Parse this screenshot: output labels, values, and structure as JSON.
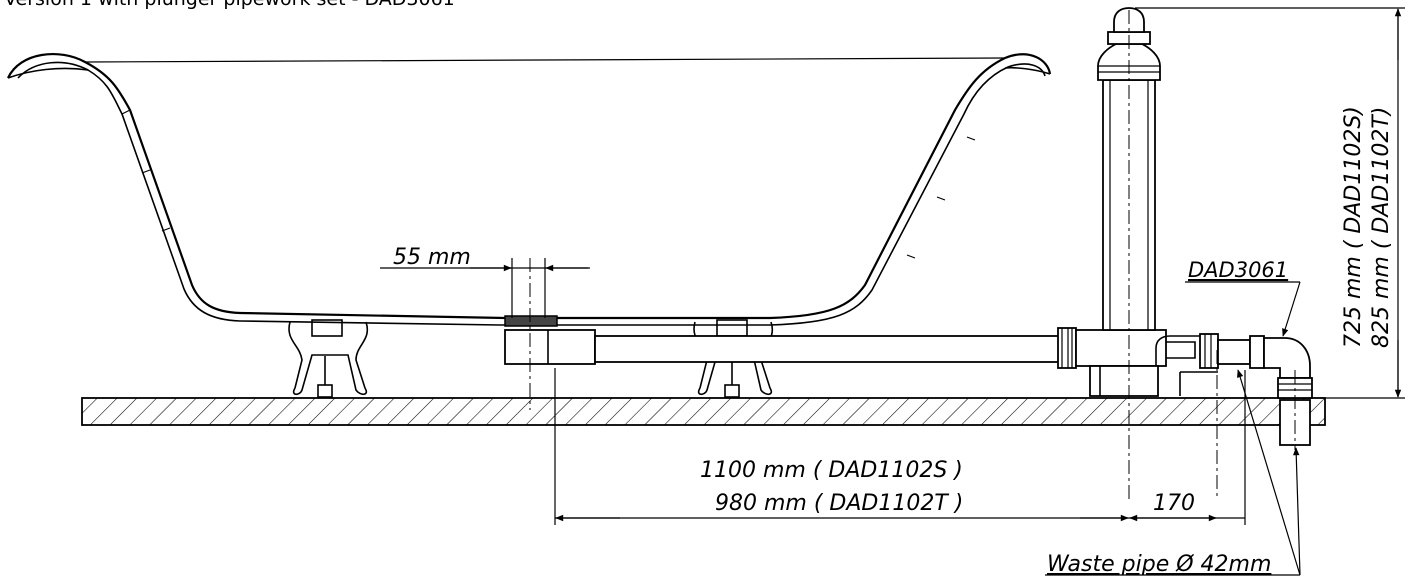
{
  "caption": "Version 1 with plunger pipework set - DAD3061",
  "labels": {
    "drain_width": "55 mm",
    "pipework_code": "DAD3061",
    "length_s": "1100 mm ( DAD1102S )",
    "length_t": "980 mm ( DAD1102T )",
    "offset": "170",
    "waste_pipe": "Waste pipe Ø 42mm",
    "height_s": "725 mm ( DAD1102S)",
    "height_t": "825 mm ( DAD1102T)"
  }
}
